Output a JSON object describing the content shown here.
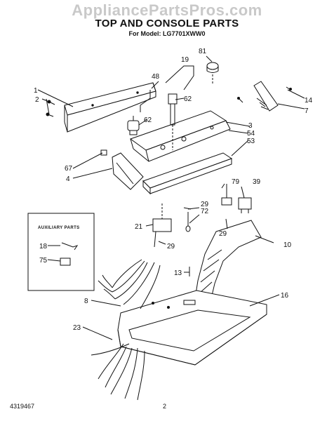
{
  "header": {
    "watermark": "AppliancePartsPros.com",
    "title": "TOP AND CONSOLE PARTS",
    "subtitle": "For Model: LG7701XWW0"
  },
  "auxiliary_box": {
    "heading": "AUXILIARY PARTS"
  },
  "callouts": {
    "c1": "1",
    "c2": "2",
    "c48": "48",
    "c19": "19",
    "c81": "81",
    "c62a": "62",
    "c62b": "62",
    "c14": "14",
    "c7": "7",
    "c3": "3",
    "c54": "54",
    "c53": "53",
    "c67": "67",
    "c4": "4",
    "c79": "79",
    "c39": "39",
    "c29a": "29",
    "c72": "72",
    "c21": "21",
    "c29b": "29",
    "c29c": "29",
    "c10": "10",
    "c18": "18",
    "c75": "75",
    "c13": "13",
    "c8": "8",
    "c16": "16",
    "c23": "23"
  },
  "footer": {
    "doc_number": "4319467",
    "page": "2"
  }
}
